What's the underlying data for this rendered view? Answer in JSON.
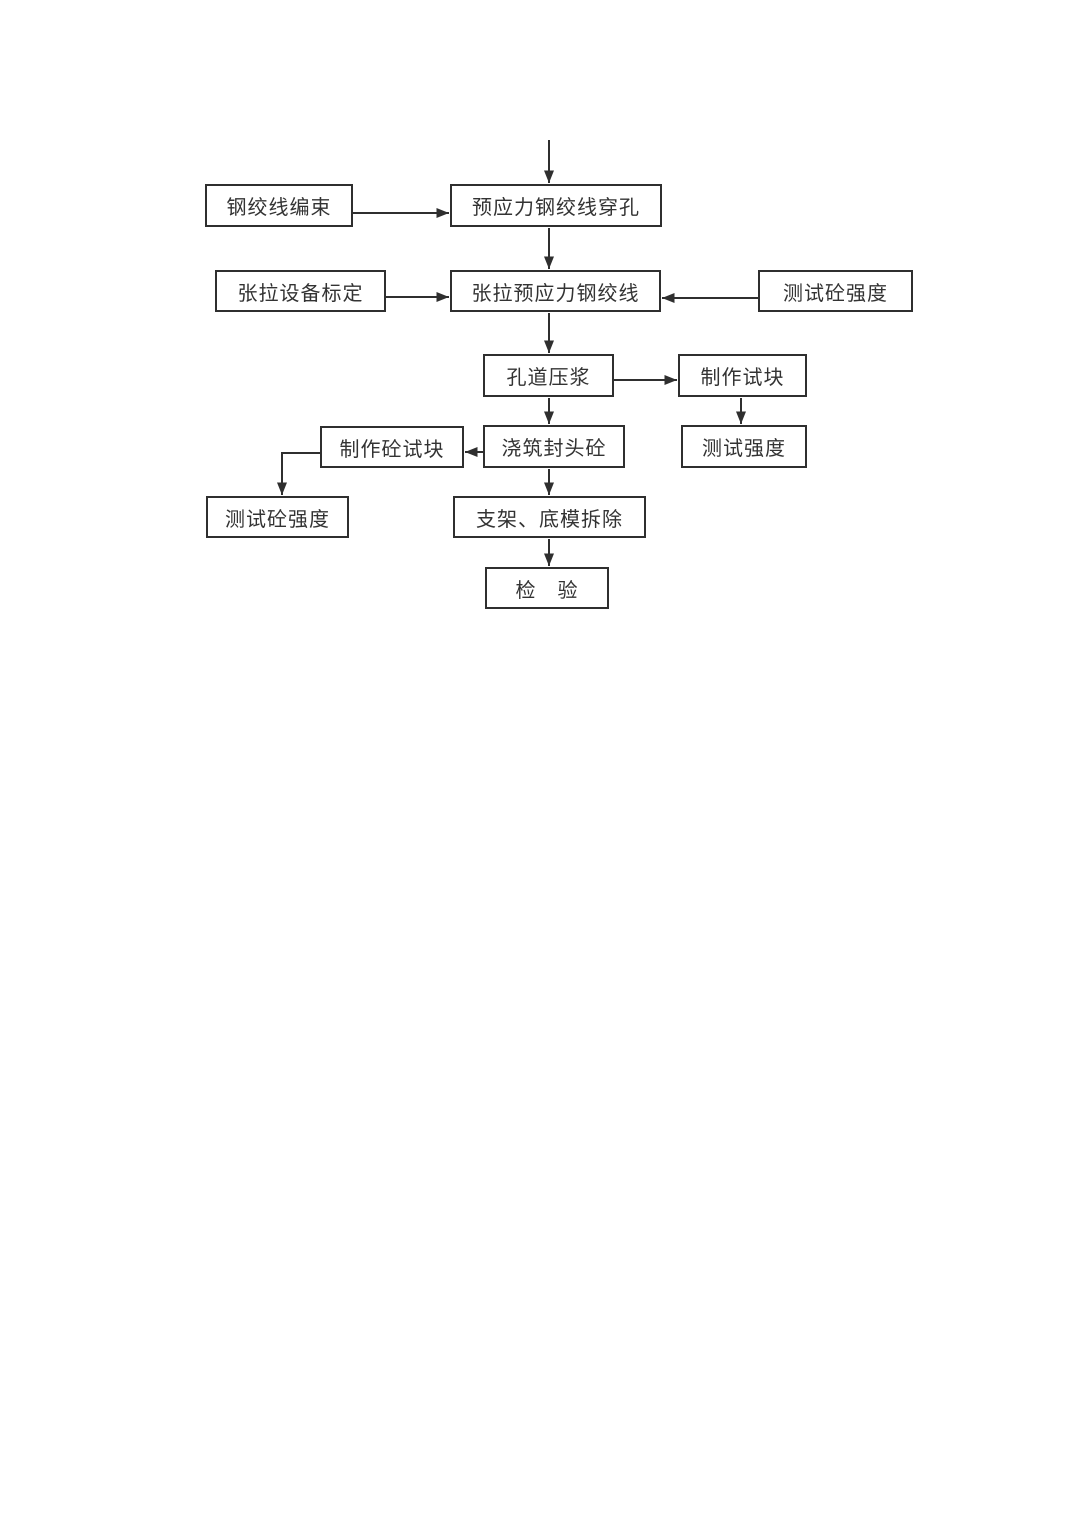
{
  "theme": {
    "background_color": "#ffffff",
    "line_color": "#2f2f2f",
    "text_color": "#333333"
  },
  "diagram": {
    "type": "flowchart",
    "nodes": {
      "strandBundling": {
        "label": "钢绞线编束"
      },
      "strandThreading": {
        "label": "预应力钢绞线穿孔"
      },
      "jackCalibration": {
        "label": "张拉设备标定"
      },
      "tensionStrands": {
        "label": "张拉预应力钢绞线"
      },
      "testConcStrengthRight": {
        "label": "测试砼强度"
      },
      "ductGrouting": {
        "label": "孔道压浆"
      },
      "makeTestBlock": {
        "label": "制作试块"
      },
      "makeConcTestBlock": {
        "label": "制作砼试块"
      },
      "pourEndConcrete": {
        "label": "浇筑封头砼"
      },
      "testStrength": {
        "label": "测试强度"
      },
      "testConcStrengthLeft": {
        "label": "测试砼强度"
      },
      "removeFormwork": {
        "label": "支架、底模拆除"
      },
      "inspection": {
        "label": "检　验"
      }
    },
    "edges": [
      {
        "from": "start",
        "to": "strandThreading",
        "direction": "down"
      },
      {
        "from": "strandBundling",
        "to": "strandThreading",
        "direction": "right"
      },
      {
        "from": "strandThreading",
        "to": "tensionStrands",
        "direction": "down"
      },
      {
        "from": "jackCalibration",
        "to": "tensionStrands",
        "direction": "right"
      },
      {
        "from": "testConcStrengthRight",
        "to": "tensionStrands",
        "direction": "left"
      },
      {
        "from": "tensionStrands",
        "to": "ductGrouting",
        "direction": "down"
      },
      {
        "from": "ductGrouting",
        "to": "makeTestBlock",
        "direction": "right"
      },
      {
        "from": "makeTestBlock",
        "to": "testStrength",
        "direction": "down"
      },
      {
        "from": "ductGrouting",
        "to": "pourEndConcrete",
        "direction": "down"
      },
      {
        "from": "pourEndConcrete",
        "to": "makeConcTestBlock",
        "direction": "left"
      },
      {
        "from": "makeConcTestBlock",
        "to": "testConcStrengthLeft",
        "direction": "elbow-left-down"
      },
      {
        "from": "pourEndConcrete",
        "to": "removeFormwork",
        "direction": "down"
      },
      {
        "from": "removeFormwork",
        "to": "inspection",
        "direction": "down"
      }
    ]
  }
}
